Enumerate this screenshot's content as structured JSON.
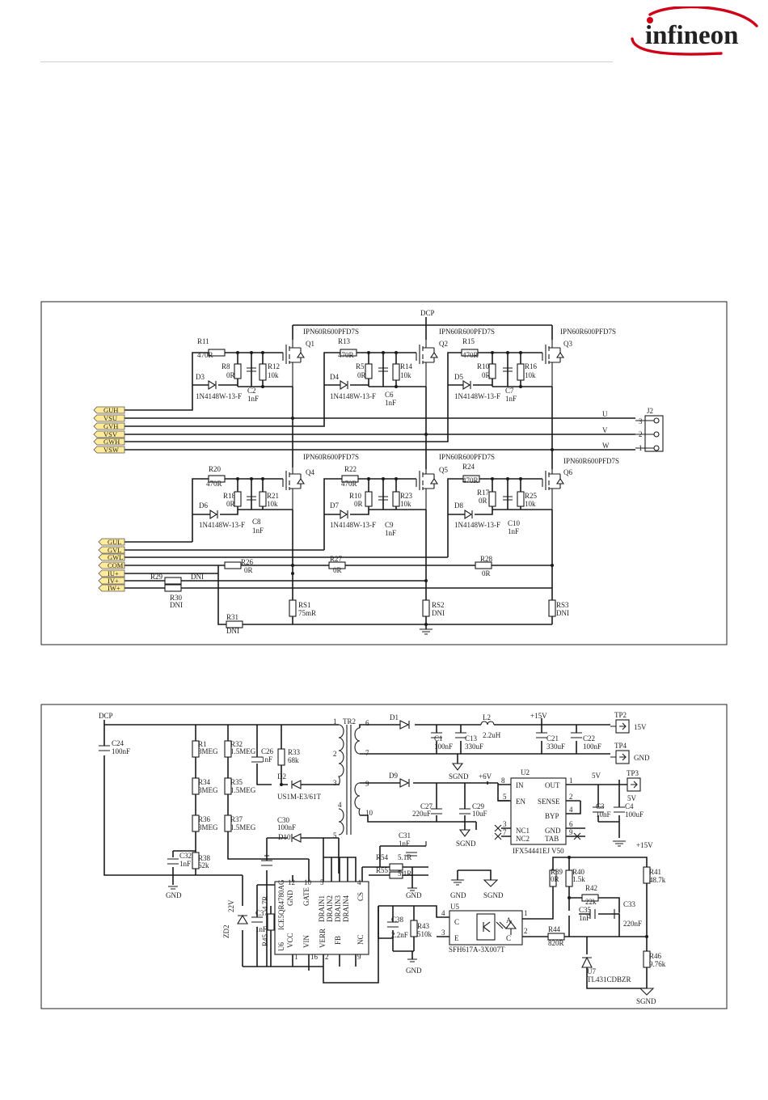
{
  "header": {
    "logo_text": "infineon",
    "brand_color": "#d00018",
    "brand_text_color": "#1c4f9c"
  },
  "top_schematic": {
    "power_net": "DCP",
    "high_side": [
      {
        "q": "Q1",
        "part": "IPN60R600PFD7S",
        "rg": "R11",
        "rg_val": "470R",
        "rp": "R8",
        "rp_val": "0R",
        "rgs": "R12",
        "rgs_val": "10k",
        "c": "C2",
        "c_val": "1nF",
        "d": "D3",
        "d_part": "1N4148W-13-F"
      },
      {
        "q": "Q2",
        "part": "IPN60R600PFD7S",
        "rg": "R13",
        "rg_val": "470R",
        "rp": "R5",
        "rp_val": "0R",
        "rgs": "R14",
        "rgs_val": "10k",
        "c": "C6",
        "c_val": "1nF",
        "d": "D4",
        "d_part": "1N4148W-13-F"
      },
      {
        "q": "Q3",
        "part": "IPN60R600PFD7S",
        "rg": "R15",
        "rg_val": "470R",
        "rp": "R10",
        "rp_val": "0R",
        "rgs": "R16",
        "rgs_val": "10k",
        "c": "C7",
        "c_val": "1nF",
        "d": "D5",
        "d_part": "1N4148W-13-F"
      }
    ],
    "low_side": [
      {
        "q": "Q4",
        "part": "IPN60R600PFD7S",
        "rg": "R20",
        "rg_val": "470R",
        "rp": "R18",
        "rp_val": "0R",
        "rgs": "R21",
        "rgs_val": "10k",
        "c": "C8",
        "c_val": "1nF",
        "d": "D6",
        "d_part": "1N4148W-13-F"
      },
      {
        "q": "Q5",
        "part": "IPN60R600PFD7S",
        "rg": "R22",
        "rg_val": "470R",
        "rp": "R10",
        "rp_val": "0R",
        "rgs": "R23",
        "rgs_val": "10k",
        "c": "C9",
        "c_val": "1nF",
        "d": "D7",
        "d_part": "1N4148W-13-F"
      },
      {
        "q": "Q6",
        "part": "IPN60R600PFD7S",
        "rg": "R24",
        "rg_val": "470R",
        "rp": "R17",
        "rp_val": "0R",
        "rgs": "R25",
        "rgs_val": "10k",
        "c": "C10",
        "c_val": "1nF",
        "d": "D8",
        "d_part": "1N4148W-13-F"
      }
    ],
    "ports_upper": [
      "GUH",
      "VSU",
      "GVH",
      "VSV",
      "GWH",
      "VSW"
    ],
    "ports_lower": [
      "GUL",
      "GVL",
      "GWL",
      "COM",
      "IU+",
      "IV+",
      "IW+"
    ],
    "connector": {
      "ref": "J2",
      "phases": [
        "U",
        "V",
        "W"
      ],
      "pins": [
        "3",
        "2",
        "1"
      ]
    },
    "jumpers": [
      {
        "ref": "R26",
        "val": "0R"
      },
      {
        "ref": "R27",
        "val": "0R"
      },
      {
        "ref": "R28",
        "val": "0R"
      },
      {
        "ref": "R29",
        "val": "DNI"
      },
      {
        "ref": "R30",
        "val": "DNI"
      },
      {
        "ref": "R31",
        "val": "DNI"
      }
    ],
    "shunts": [
      {
        "ref": "RS1",
        "val": "75mR"
      },
      {
        "ref": "RS2",
        "val": "DNI"
      },
      {
        "ref": "RS3",
        "val": "DNI"
      }
    ],
    "pin_numbers": [
      "1",
      "2",
      "3"
    ]
  },
  "bottom_schematic": {
    "dcp": "DCP",
    "c24": {
      "ref": "C24",
      "val": "100nF"
    },
    "divider": [
      {
        "ref": "R1",
        "val": "3MEG"
      },
      {
        "ref": "R34",
        "val": "3MEG"
      },
      {
        "ref": "R36",
        "val": "3MEG"
      },
      {
        "ref": "R32",
        "val": "1.5MEG"
      },
      {
        "ref": "R35",
        "val": "1.5MEG"
      },
      {
        "ref": "R37",
        "val": "1.5MEG"
      }
    ],
    "c32": {
      "ref": "C32",
      "val": "1nF"
    },
    "r38": {
      "ref": "R38",
      "val": "62k"
    },
    "gnd": "GND",
    "sgnd": "SGND",
    "c26": {
      "ref": "C26",
      "val": "1nF"
    },
    "r33": {
      "ref": "R33",
      "val": "68k"
    },
    "d2": {
      "ref": "D2",
      "part": "US1M-E3/61T"
    },
    "c30": {
      "ref": "C30",
      "val": "100nF"
    },
    "d10": "D10",
    "tr2": {
      "ref": "TR2",
      "pins": [
        "1",
        "2",
        "3",
        "4",
        "5",
        "6",
        "7",
        "9",
        "10"
      ]
    },
    "d1": "D1",
    "d9": "D9",
    "c1": {
      "ref": "C1",
      "val": "100nF"
    },
    "c13": {
      "ref": "C13",
      "val": "330uF"
    },
    "l2": {
      "ref": "L2",
      "val": "2.2uH"
    },
    "c21": {
      "ref": "C21",
      "val": "330uF"
    },
    "c22": {
      "ref": "C22",
      "val": "100nF"
    },
    "rail_15v": "+15V",
    "tp2": {
      "ref": "TP2",
      "label": "15V"
    },
    "tp4": {
      "ref": "TP4",
      "label": "GND"
    },
    "rail_6v": "+6V",
    "c27": {
      "ref": "C27",
      "val": "220uF"
    },
    "c29": {
      "ref": "C29",
      "val": "10uF"
    },
    "u2": {
      "ref": "U2",
      "part": "IFX54441EJ V50",
      "pins": [
        "IN",
        "EN",
        "NC1",
        "NC2",
        "OUT",
        "SENSE",
        "BYP",
        "GND",
        "TAB"
      ],
      "pin_numbers": [
        "8",
        "5",
        "3",
        "7",
        "1",
        "2",
        "4",
        "6",
        "9"
      ]
    },
    "rail_5v": "5V",
    "tp3": {
      "ref": "TP3",
      "label": "5V"
    },
    "c3": {
      "ref": "C3",
      "val": "10nF"
    },
    "c4": {
      "ref": "C4",
      "val": "100uF"
    },
    "c31": {
      "ref": "C31",
      "val": "1nF"
    },
    "r54": {
      "ref": "R54",
      "val": "5.1R"
    },
    "r55": {
      "ref": "R55",
      "val": "5.1R"
    },
    "u6": {
      "ref": "U6",
      "part": "ICE5QR4780AG",
      "pins": [
        "GND",
        "GATE",
        "DRAIN1",
        "DRAIN2",
        "DRAIN3",
        "DRAIN4",
        "CS",
        "VCC",
        "VIN",
        "VERR",
        "FB",
        "NC"
      ],
      "pin_numbers": [
        "12",
        "10",
        "5",
        "6",
        "7",
        "8",
        "4",
        "1",
        "16",
        "2",
        "3",
        "9"
      ]
    },
    "zd2": {
      "ref": "ZD2",
      "val": "22V"
    },
    "c37": {
      "ref": "C37",
      "val": "1nF"
    },
    "r45": {
      "ref": "R45",
      "val": "4.7R"
    },
    "c38": {
      "ref": "C38",
      "val": "2.2nF"
    },
    "r43": {
      "ref": "R43",
      "val": "510k"
    },
    "u5": {
      "ref": "U5",
      "part": "SFH617A-3X007T",
      "pins": [
        "C",
        "E",
        "A",
        "C"
      ],
      "pin_numbers": [
        "4",
        "3",
        "1",
        "2"
      ]
    },
    "r39": {
      "ref": "R39",
      "val": "0R"
    },
    "r40": {
      "ref": "R40",
      "val": "1.5k"
    },
    "r42": {
      "ref": "R42",
      "val": "22k"
    },
    "c35": {
      "ref": "C35",
      "val": "1nF"
    },
    "c33": {
      "ref": "C33",
      "val": "220nF"
    },
    "r44": {
      "ref": "R44",
      "val": "820R"
    },
    "r41": {
      "ref": "R41",
      "val": "48.7k"
    },
    "r46": {
      "ref": "R46",
      "val": "9.76k"
    },
    "u7": {
      "ref": "U7",
      "part": "TL431CDBZR"
    }
  }
}
